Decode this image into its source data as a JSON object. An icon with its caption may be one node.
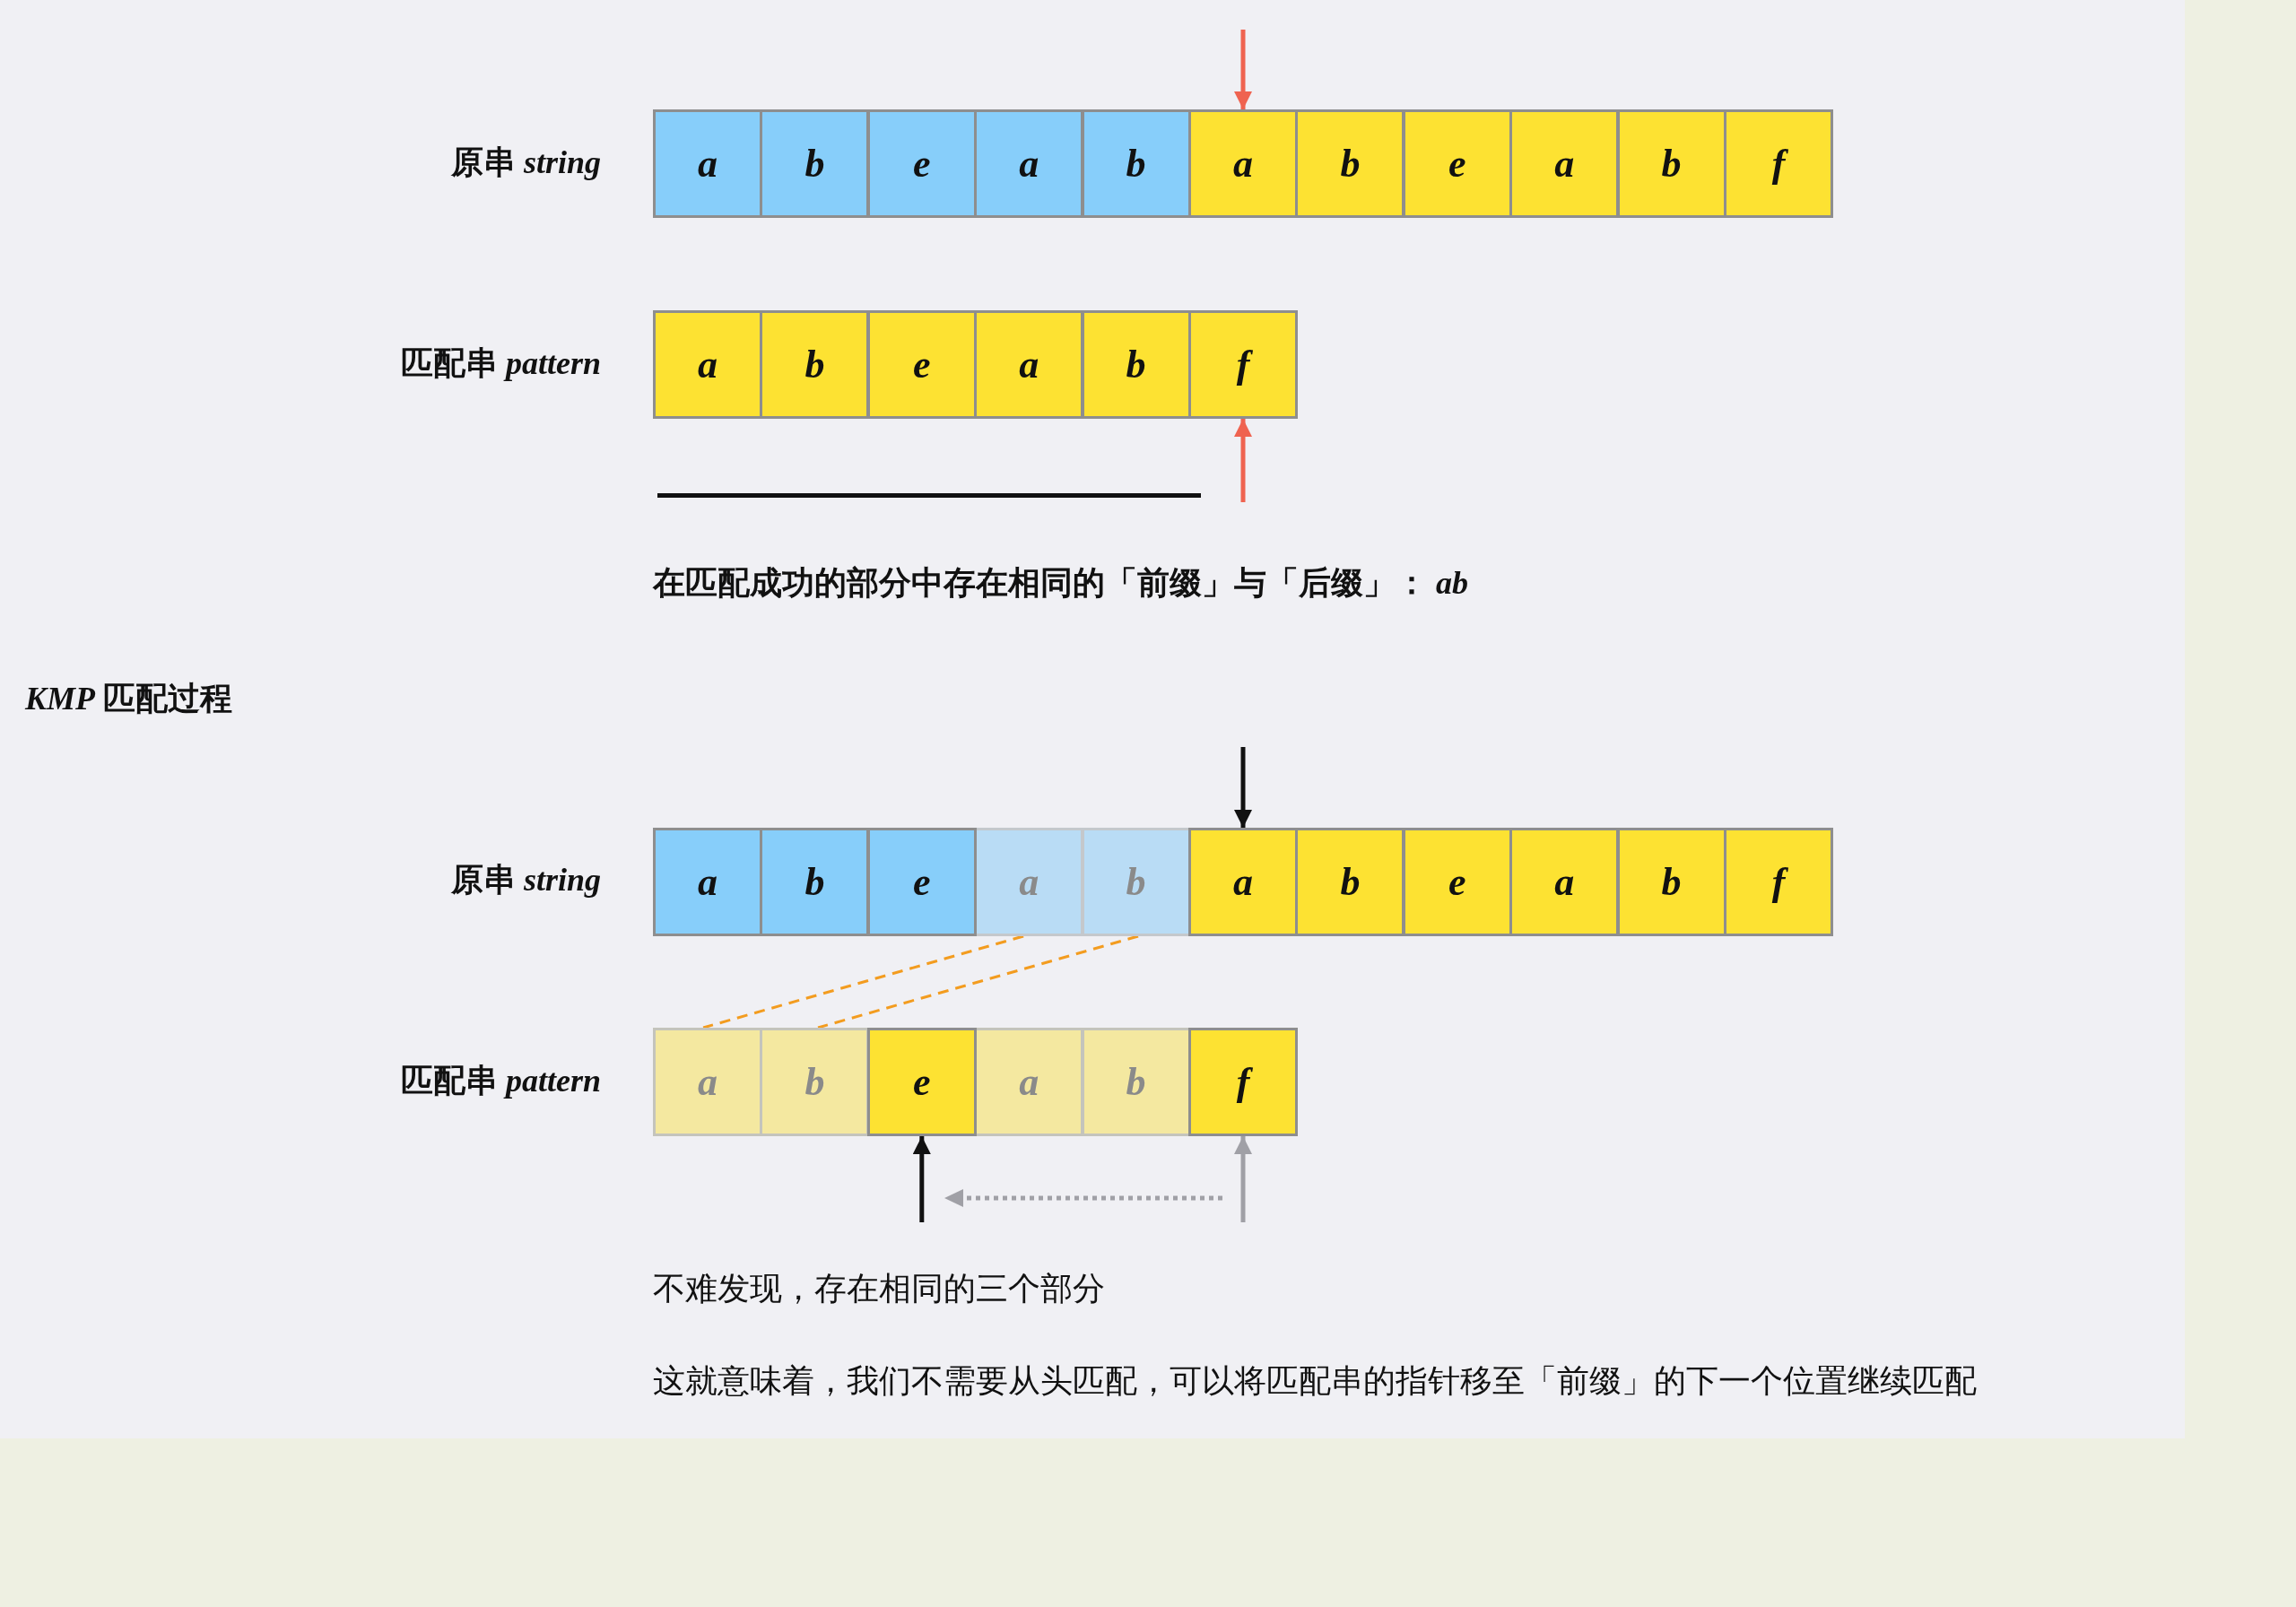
{
  "diagram": {
    "nodes": [
      {
        "text": [
          "a"
        ]
      },
      {
        "text": [
          "b"
        ]
      },
      {
        "text": [
          "e"
        ]
      },
      {
        "text": [
          "a"
        ]
      },
      {
        "text": [
          "b"
        ]
      },
      {
        "text": [
          "a"
        ]
      },
      {
        "text": [
          "b"
        ]
      },
      {
        "text": [
          "e"
        ]
      },
      {
        "text": [
          "a"
        ]
      },
      {
        "text": [
          "b"
        ]
      },
      {
        "text": [
          "f"
        ]
      },
      {
        "text": [
          "a"
        ]
      },
      {
        "text": [
          "b"
        ]
      },
      {
        "text": [
          "e"
        ]
      },
      {
        "text": [
          "a"
        ]
      },
      {
        "text": [
          "b"
        ]
      },
      {
        "text": [
          "f"
        ]
      },
      {
        "text": [
          "a"
        ]
      },
      {
        "text": [
          "b"
        ]
      },
      {
        "text": [
          "e"
        ]
      },
      {
        "text": [
          "a"
        ]
      },
      {
        "text": [
          "b"
        ]
      },
      {
        "text": [
          "a"
        ]
      },
      {
        "text": [
          "b"
        ]
      },
      {
        "text": [
          "e"
        ]
      },
      {
        "text": [
          "a"
        ]
      },
      {
        "text": [
          "b"
        ]
      },
      {
        "text": [
          "f"
        ]
      },
      {
        "text": [
          "a"
        ]
      },
      {
        "text": [
          "b"
        ]
      },
      {
        "text": [
          "e"
        ]
      },
      {
        "text": [
          "a"
        ]
      },
      {
        "text": [
          "b"
        ]
      },
      {
        "text": [
          "f"
        ]
      }
    ],
    "edges": [
      {
        "from": null,
        "to": 5,
        "arrow": "to",
        "color": "#ef6350"
      },
      {
        "from": null,
        "to": 16,
        "arrow": "to",
        "color": "#ef6350"
      },
      {
        "from": null,
        "to": 22,
        "arrow": "to",
        "color": "#111111"
      },
      {
        "from": 20,
        "to": 28,
        "arrow": "none",
        "style": "dashed",
        "color": "#f39c1f"
      },
      {
        "from": 21,
        "to": 29,
        "arrow": "none",
        "style": "dashed",
        "color": "#f39c1f"
      },
      {
        "from": null,
        "to": 30,
        "arrow": "to",
        "color": "#111111"
      },
      {
        "from": null,
        "to": 33,
        "arrow": "to",
        "color": "#a0a0a6"
      }
    ],
    "labels": [
      "原串 *string*",
      "匹配串 *pattern*",
      "在匹配成功的部分中存在相同的「前缀」与「后缀」： **ab**",
      "*KMP* 匹配过程",
      "原串 *string*",
      "匹配串 *pattern*",
      "不难发现，存在相同的三个部分",
      "这就意味着，我们不需要从头匹配，可以将匹配串的指针移至「前缀」的下一个位置继续匹配"
    ]
  }
}
